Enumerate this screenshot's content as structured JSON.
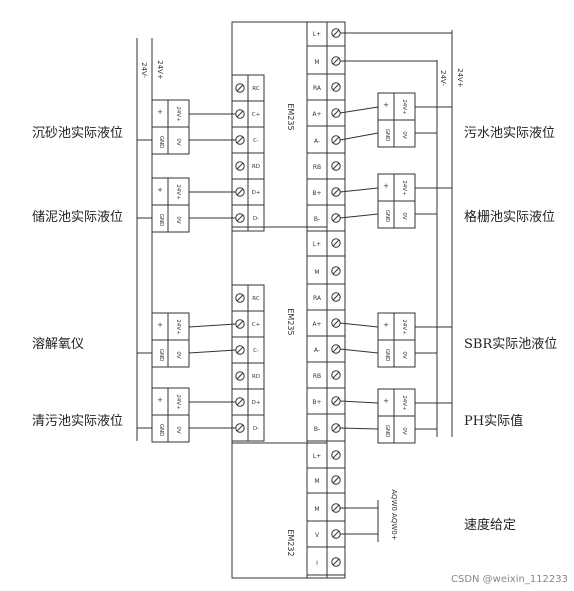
{
  "left_sensors": [
    {
      "label": "沉砂池实际液位"
    },
    {
      "label": "储泥池实际液位"
    },
    {
      "label": "溶解氧仪"
    },
    {
      "label": "清污池实际液位"
    }
  ],
  "right_sensors": [
    {
      "label": "污水池实际液位"
    },
    {
      "label": "格栅池实际液位"
    },
    {
      "label": "SBR实际池液位"
    },
    {
      "label": "PH实际值"
    }
  ],
  "speed_label": "速度给定",
  "module_names": [
    "EM235",
    "EM235",
    "EM232"
  ],
  "left_bus_labels": [
    "24V-",
    "24V+"
  ],
  "right_bus_labels": [
    "24V-",
    "24V+"
  ],
  "module_left_pins": [
    "RC",
    "C+",
    "C-",
    "RD",
    "D+",
    "D-"
  ],
  "module_right_pins": [
    "L+",
    "M",
    "RA",
    "A+",
    "A-",
    "RB",
    "B+",
    "B-"
  ],
  "em232_pins": [
    "L+",
    "M",
    "M",
    "V",
    "I"
  ],
  "transmitter_pins": {
    "plus": "+",
    "gnd": "GND",
    "v24": "24V+",
    "v0": "0V"
  },
  "analog_output_labels": [
    "AQW0",
    "AQW0+"
  ],
  "watermark": "CSDN @weixin_112233"
}
